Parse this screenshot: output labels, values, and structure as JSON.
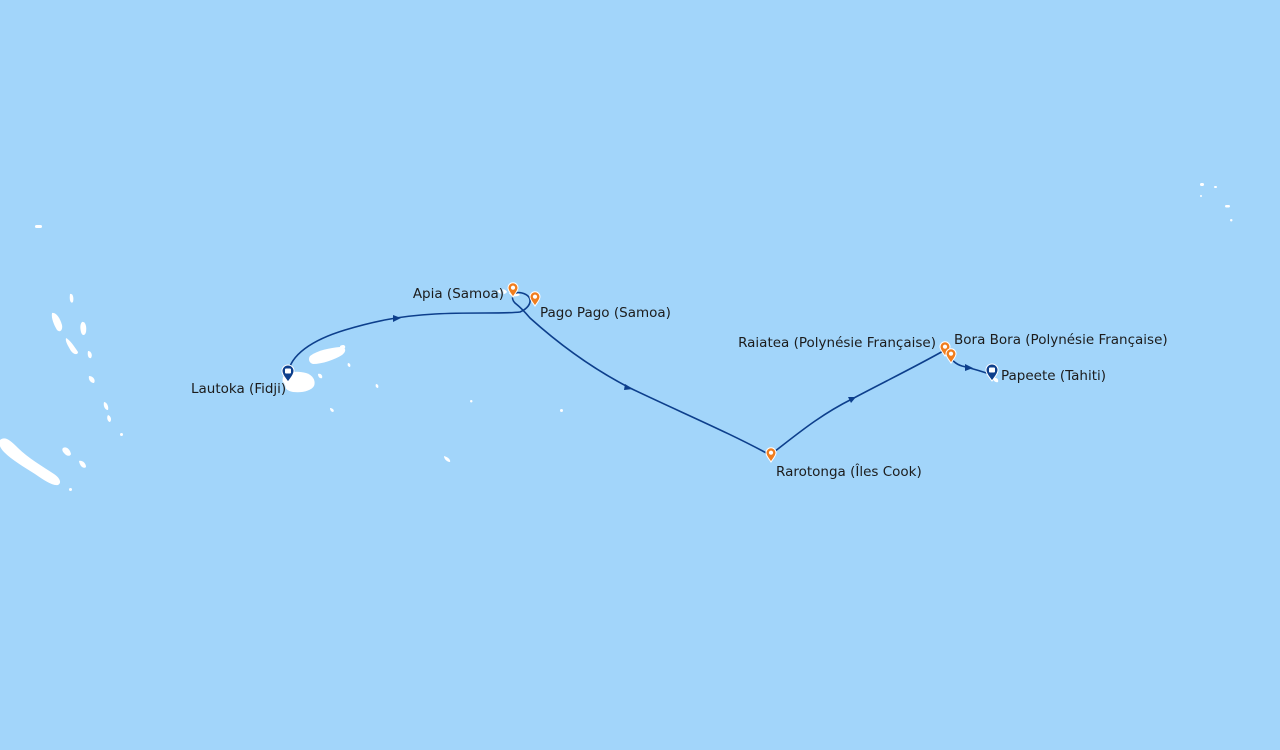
{
  "map": {
    "ports": [
      {
        "name": "Lautoka (Fidji)",
        "type": "embark"
      },
      {
        "name": "Apia (Samoa)",
        "type": "stop"
      },
      {
        "name": "Pago Pago (Samoa)",
        "type": "stop"
      },
      {
        "name": "Rarotonga (Îles Cook)",
        "type": "stop"
      },
      {
        "name": "Raiatea (Polynésie Française)",
        "type": "stop"
      },
      {
        "name": "Bora Bora (Polynésie Française)",
        "type": "stop"
      },
      {
        "name": "Papeete (Tahiti)",
        "type": "disembark"
      }
    ],
    "colors": {
      "ocean": "#a2d5fa",
      "land": "#ffffff",
      "route": "#0d3f8c",
      "stop_marker": "#f07d1e",
      "terminal_marker": "#0d3f8c"
    },
    "icons": {
      "stop": "map-pin-orange-icon",
      "terminal": "map-pin-blue-icon",
      "direction": "route-arrow-icon"
    }
  }
}
